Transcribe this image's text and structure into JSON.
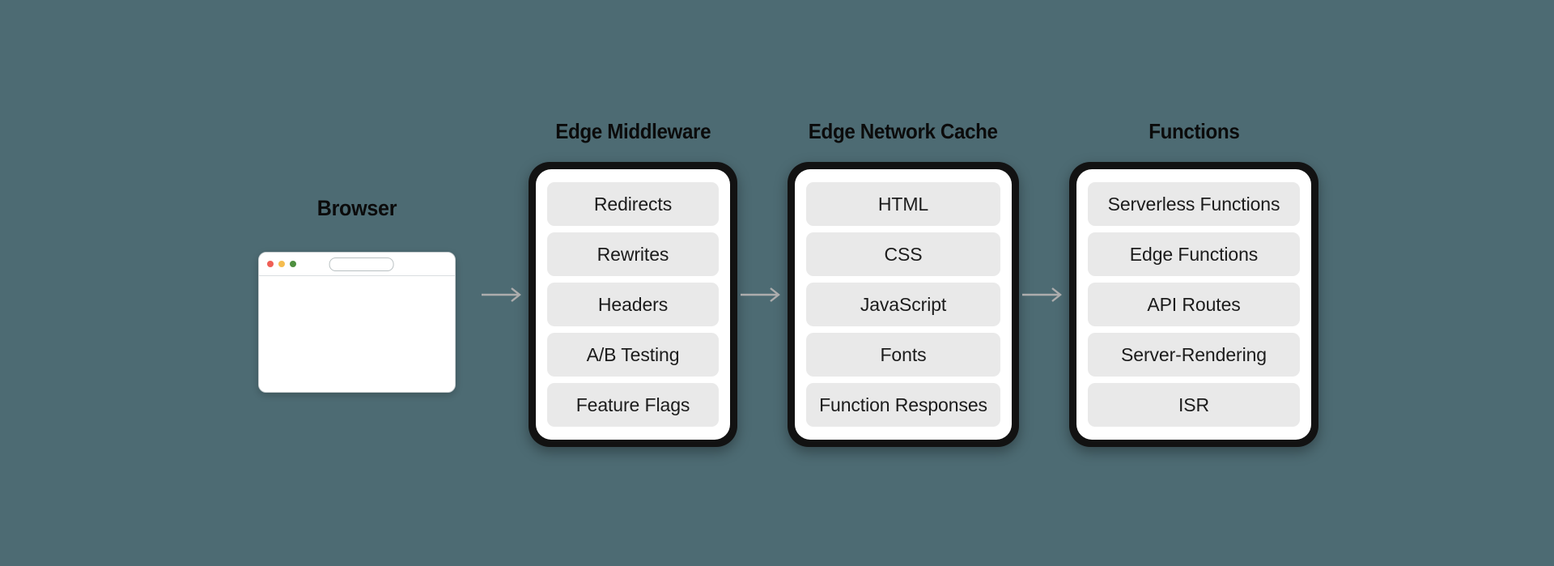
{
  "background_color": "#4d6b73",
  "browser": {
    "title": "Browser",
    "window": {
      "traffic_lights": [
        {
          "name": "close-dot",
          "color": "#ef5f56"
        },
        {
          "name": "minimize-dot",
          "color": "#f5bd4f"
        },
        {
          "name": "maximize-dot",
          "color": "#4e8f3f"
        }
      ],
      "url_value": "",
      "url_placeholder": ""
    }
  },
  "arrows": [
    {
      "name": "arrow-browser-to-middleware",
      "direction": "right"
    },
    {
      "name": "arrow-middleware-to-cache",
      "direction": "right"
    },
    {
      "name": "arrow-cache-to-functions",
      "direction": "right"
    }
  ],
  "cards": [
    {
      "id": "edge-middleware",
      "title": "Edge Middleware",
      "items": [
        "Redirects",
        "Rewrites",
        "Headers",
        "A/B Testing",
        "Feature Flags"
      ]
    },
    {
      "id": "edge-network-cache",
      "title": "Edge Network Cache",
      "items": [
        "HTML",
        "CSS",
        "JavaScript",
        "Fonts",
        "Function Responses"
      ]
    },
    {
      "id": "functions",
      "title": "Functions",
      "items": [
        "Serverless Functions",
        "Edge Functions",
        "API Routes",
        "Server-Rendering",
        "ISR"
      ]
    }
  ],
  "colors": {
    "background": "#4d6b73",
    "card_border": "#121212",
    "card_surface": "#ffffff",
    "pill_surface": "#e9e9e9",
    "text": "#1c1c1c",
    "title_text": "#0b0b0b",
    "arrow": "#adadad"
  }
}
